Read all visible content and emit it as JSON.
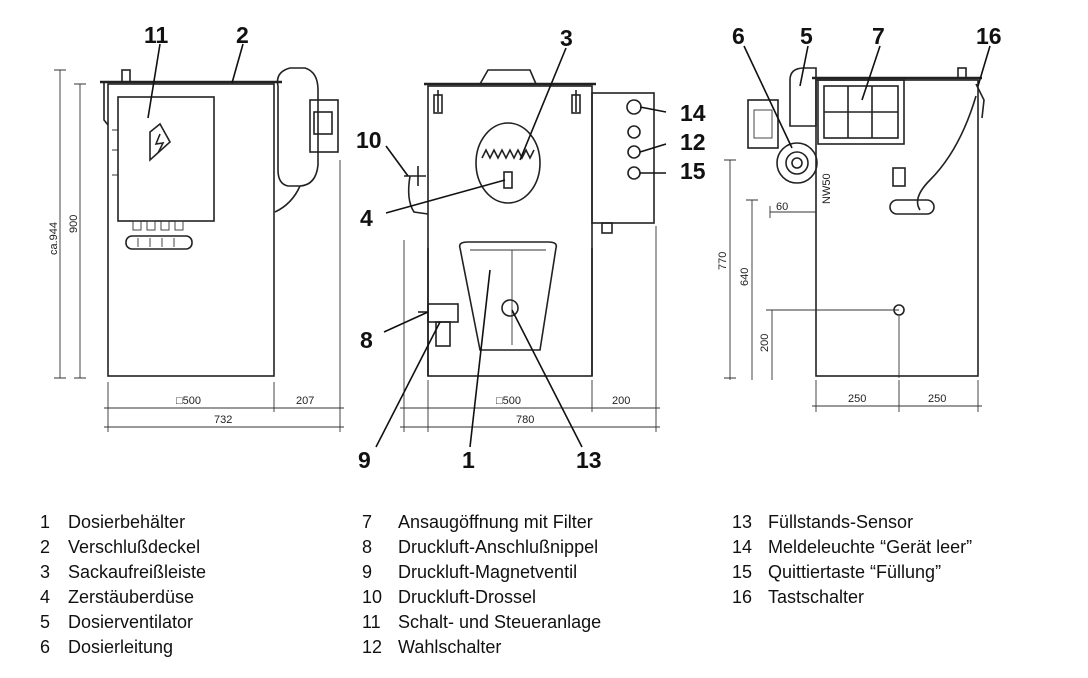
{
  "callouts": {
    "n1": "1",
    "n2": "2",
    "n3": "3",
    "n4": "4",
    "n5": "5",
    "n6": "6",
    "n7": "7",
    "n8": "8",
    "n9": "9",
    "n10": "10",
    "n11": "11",
    "n12": "12",
    "n13": "13",
    "n14": "14",
    "n15": "15",
    "n16": "16"
  },
  "dimensions": {
    "left_height_approx": "ca.944",
    "left_height": "900",
    "left_base": "□500",
    "left_fan": "207",
    "left_total": "732",
    "mid_base": "□500",
    "mid_box": "200",
    "mid_total": "780",
    "right_h_770": "770",
    "right_h_640": "640",
    "right_h_200": "200",
    "right_60": "60",
    "right_nw": "NW50",
    "right_w1": "250",
    "right_w2": "250"
  },
  "legend": {
    "col1": [
      {
        "num": "1",
        "text": "Dosierbehälter"
      },
      {
        "num": "2",
        "text": "Verschlußdeckel"
      },
      {
        "num": "3",
        "text": "Sackaufreißleiste"
      },
      {
        "num": "4",
        "text": "Zerstäuberdüse"
      },
      {
        "num": "5",
        "text": "Dosierventilator"
      },
      {
        "num": "6",
        "text": "Dosierleitung"
      }
    ],
    "col2": [
      {
        "num": "7",
        "text": "Ansaugöffnung mit Filter"
      },
      {
        "num": "8",
        "text": "Druckluft-Anschlußnippel"
      },
      {
        "num": "9",
        "text": "Druckluft-Magnetventil"
      },
      {
        "num": "10",
        "text": "Druckluft-Drossel"
      },
      {
        "num": "11",
        "text": "Schalt- und Steueranlage"
      },
      {
        "num": "12",
        "text": "Wahlschalter"
      }
    ],
    "col3": [
      {
        "num": "13",
        "text": "Füllstands-Sensor"
      },
      {
        "num": "14",
        "text": "Meldeleuchte “Gerät leer”"
      },
      {
        "num": "15",
        "text": "Quittiertaste “Füllung”"
      },
      {
        "num": "16",
        "text": "Tastschalter"
      }
    ]
  }
}
